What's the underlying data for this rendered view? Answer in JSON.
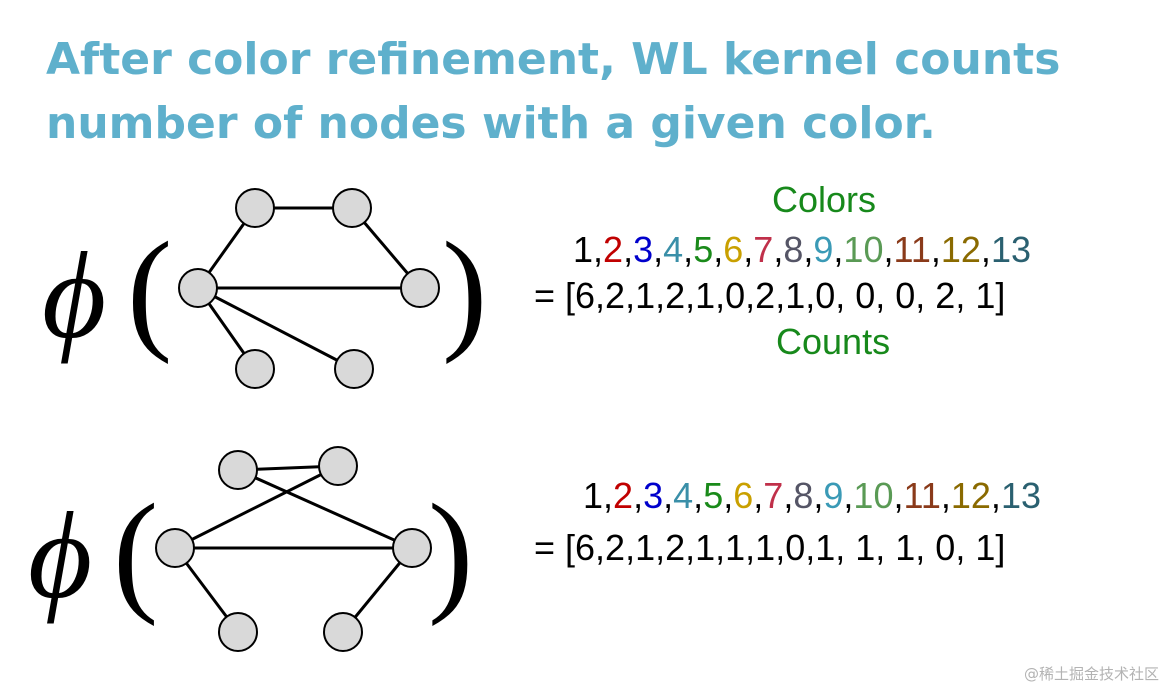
{
  "title": "After color refinement, WL kernel counts number of nodes with a given color.",
  "phi_symbol": "ϕ",
  "open_paren": "(",
  "close_paren": ")",
  "colors_label": "Colors",
  "counts_label": "Counts",
  "color_indices": [
    {
      "text": "1",
      "color": "#000000"
    },
    {
      "text": "2",
      "color": "#c00000"
    },
    {
      "text": "3",
      "color": "#0000cc"
    },
    {
      "text": "4",
      "color": "#3a8fa8"
    },
    {
      "text": "5",
      "color": "#1a8a1a"
    },
    {
      "text": "6",
      "color": "#c9a000"
    },
    {
      "text": "7",
      "color": "#c0304a"
    },
    {
      "text": "8",
      "color": "#555566"
    },
    {
      "text": "9",
      "color": "#3a9ab6"
    },
    {
      "text": "10",
      "color": "#5a9a55"
    },
    {
      "text": "11",
      "color": "#8a3a1a"
    },
    {
      "text": "12",
      "color": "#8a6a00"
    },
    {
      "text": "13",
      "color": "#2a6070"
    }
  ],
  "vector1": "= [6,2,1,2,1,0,2,1,0,  0,  0,  2,  1]",
  "vector2": "= [6,2,1,2,1,1,1,0,1,  1,  1,  0,  1]",
  "graph1": {
    "nodes": [
      "A",
      "B",
      "C",
      "D",
      "E",
      "F"
    ],
    "edges": [
      [
        "A",
        "B"
      ],
      [
        "B",
        "D"
      ],
      [
        "A",
        "C"
      ],
      [
        "C",
        "D"
      ],
      [
        "C",
        "E"
      ],
      [
        "C",
        "F"
      ]
    ]
  },
  "graph2": {
    "nodes": [
      "A",
      "B",
      "C",
      "D",
      "E",
      "F"
    ],
    "edges": [
      [
        "A",
        "B"
      ],
      [
        "B",
        "C"
      ],
      [
        "A",
        "D"
      ],
      [
        "C",
        "D"
      ],
      [
        "C",
        "E"
      ],
      [
        "D",
        "F"
      ]
    ]
  },
  "watermark": "@稀土掘金技术社区"
}
